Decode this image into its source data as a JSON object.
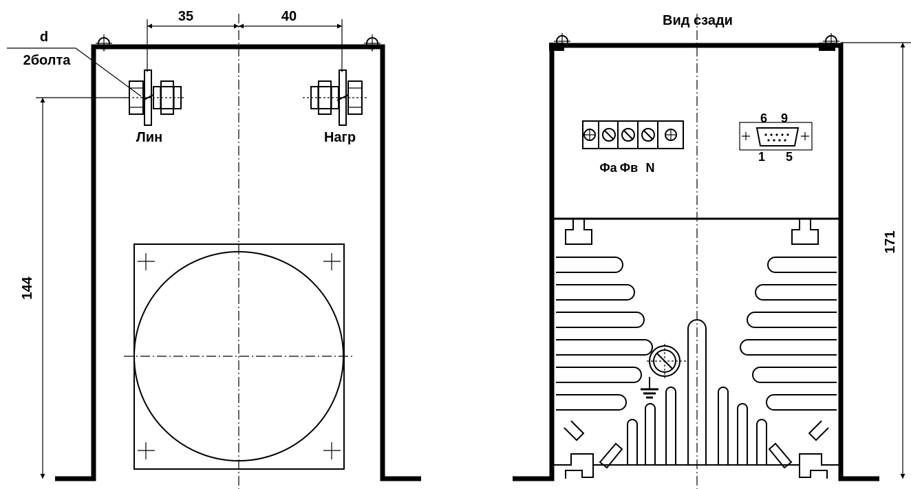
{
  "front_view": {
    "dim_left": "35",
    "dim_right": "40",
    "bolt_diameter_label": "d",
    "bolt_count_label": "2болта",
    "line_terminal_label": "Лин",
    "load_terminal_label": "Нагр",
    "height_dim": "144"
  },
  "rear_view": {
    "title": "Вид сзади",
    "terminal_labels": [
      "Фа",
      "Фв",
      "N"
    ],
    "connector_pins_top_left": "6",
    "connector_pins_top_right": "9",
    "connector_pins_bottom_left": "1",
    "connector_pins_bottom_right": "5",
    "height_dim": "171"
  }
}
